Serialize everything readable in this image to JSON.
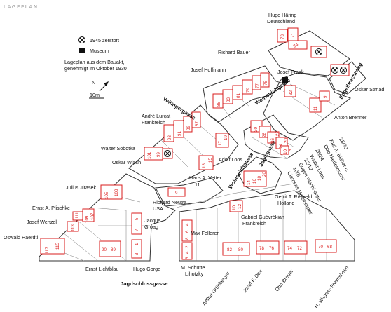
{
  "header": {
    "title": "LAGEPLAN"
  },
  "legend": {
    "destroyed_label": "1945 zerstört",
    "museum_label": "Museum",
    "note_line1": "Lageplan aus dem Bauakt,",
    "note_line2": "genehmigt im Oktober 1930",
    "north": "N",
    "scale": "10m"
  },
  "streets": {
    "veltinger": "Veltingergasse",
    "woinovich_upper": "Woinovichgasse",
    "woinovich_lower": "Woinovichgasse",
    "engelbrecht": "Engelbrechtweg",
    "jagic": "Jagicgasse",
    "jagdschloss": "Jagdschlossgasse"
  },
  "architects": {
    "haering_1": "Hugo Häring",
    "haering_2": "Deutschland",
    "bauer": "Richard Bauer",
    "hoffmann": "Josef Hoffmann",
    "frank": "Josef Frank",
    "strnad": "Oskar Strnad",
    "brenner": "Anton Brenner",
    "lurcat_1": "André Lurçat",
    "lurcat_2": "Frankreich",
    "sobotka": "Walter Sobotka",
    "wlach": "Oskar Wlach",
    "jirasek": "Julius Jirasek",
    "plischke": "Ernst A. Plischke",
    "wenzel": "Josef Wenzel",
    "haerdtl": "Oswald Haerdtl",
    "loos_adolf": "Adolf Loos",
    "vetter": "Hans A. Vetter",
    "neutra_1": "Richard Neutra",
    "neutra_2": "USA",
    "groag_1": "Jacque",
    "groag_2": "Groag",
    "rietveld_1": "Gerrit T. Rietveld",
    "rietveld_2": "Holland",
    "guevrekian_1": "Gabriel Guévrékian",
    "guevrekian_2": "Frankreich",
    "fellerer": "Max Fellerer",
    "schuette_1": "M. Schütte",
    "schuette_2": "Lihotzky",
    "lichtblau": "Ernst Lichtblau",
    "gorge": "Hugo Gorge",
    "gruenberger": "Arthur Grünberger",
    "dex": "Josef F. Dex",
    "breuer": "Otto Breuer",
    "wagner": "H. Wagner-Freynsheim",
    "angled_1": "28/30",
    "angled_2": "Karl A. Bieber u.",
    "angled_3": "Otto Niedermoser",
    "angled_4": "26/24",
    "angled_5": "Walter Loos",
    "angled_6": "22/12",
    "angled_7": "Eugen Wachberger",
    "angled_8": "10/8",
    "angled_9": "Clemens Holzmeister"
  },
  "house_numbers": {
    "n73": "73",
    "n71": "71",
    "n34": "34",
    "n85": "85",
    "n83": "83",
    "n81": "81",
    "n79": "79",
    "n77": "77",
    "n75": "75",
    "n32": "32",
    "n11": "11",
    "n9e": "9",
    "n93": "93",
    "n91": "91",
    "n89": "89",
    "n87": "87",
    "n17": "17",
    "n19": "19",
    "n101": "101",
    "n99": "99",
    "n13": "13",
    "n15": "15",
    "n105": "105",
    "n103": "103",
    "n9": "9",
    "n11b": "11",
    "n30": "30",
    "n28": "28",
    "n26": "26",
    "n24": "24",
    "n22": "22",
    "n20": "20",
    "n10": "10",
    "n8": "8",
    "n14": "14",
    "n16": "16",
    "n18": "18",
    "n20b": "20",
    "n111": "111",
    "n113": "113",
    "n109": "109",
    "n107": "107",
    "n117": "117",
    "n115": "115",
    "n5": "5",
    "n7": "7",
    "n10b": "10",
    "n12": "12",
    "n4": "4",
    "n6": "6",
    "n8b": "8",
    "n2": "2",
    "n4b": "4",
    "n6b": "6",
    "n82": "82",
    "n80": "80",
    "n78": "78",
    "n76": "76",
    "n74": "74",
    "n72": "72",
    "n70": "70",
    "n68": "68",
    "n90": "90",
    "n89b": "89",
    "n1": "1",
    "n3": "3"
  },
  "colors": {
    "house_outline": "#d81c1c",
    "block_outline": "#333333",
    "header": "#999999"
  }
}
